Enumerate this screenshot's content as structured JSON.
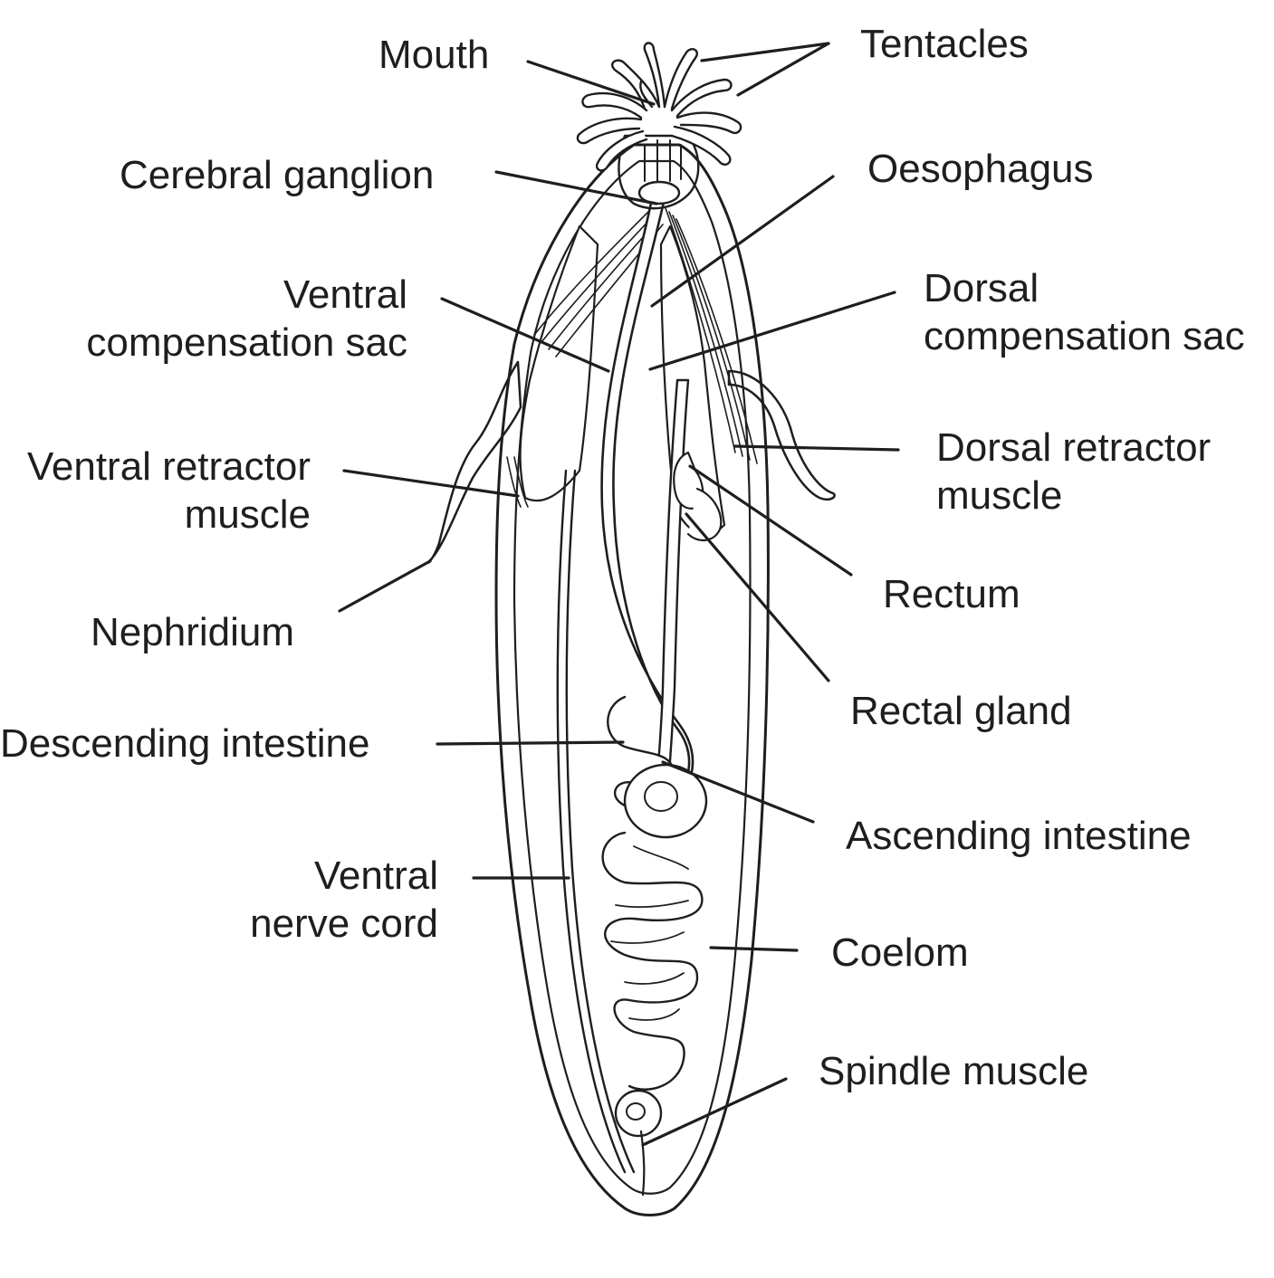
{
  "labels": {
    "mouth": "Mouth",
    "tentacles": "Tentacles",
    "cerebral_ganglion": "Cerebral ganglion",
    "oesophagus": "Oesophagus",
    "ventral_compensation_sac": [
      "Ventral",
      "compensation sac"
    ],
    "dorsal_compensation_sac": [
      "Dorsal",
      "compensation sac"
    ],
    "ventral_retractor_muscle": [
      "Ventral retractor",
      "muscle"
    ],
    "dorsal_retractor_muscle": [
      "Dorsal retractor",
      "muscle"
    ],
    "nephridium": "Nephridium",
    "rectum": "Rectum",
    "rectal_gland": "Rectal gland",
    "descending_intestine": "Descending intestine",
    "ascending_intestine": "Ascending intestine",
    "ventral_nerve_cord": [
      "Ventral",
      "nerve cord"
    ],
    "coelom": "Coelom",
    "spindle_muscle": "Spindle muscle"
  },
  "colors": {
    "ink": "#1e1e1e",
    "background": "#ffffff"
  }
}
